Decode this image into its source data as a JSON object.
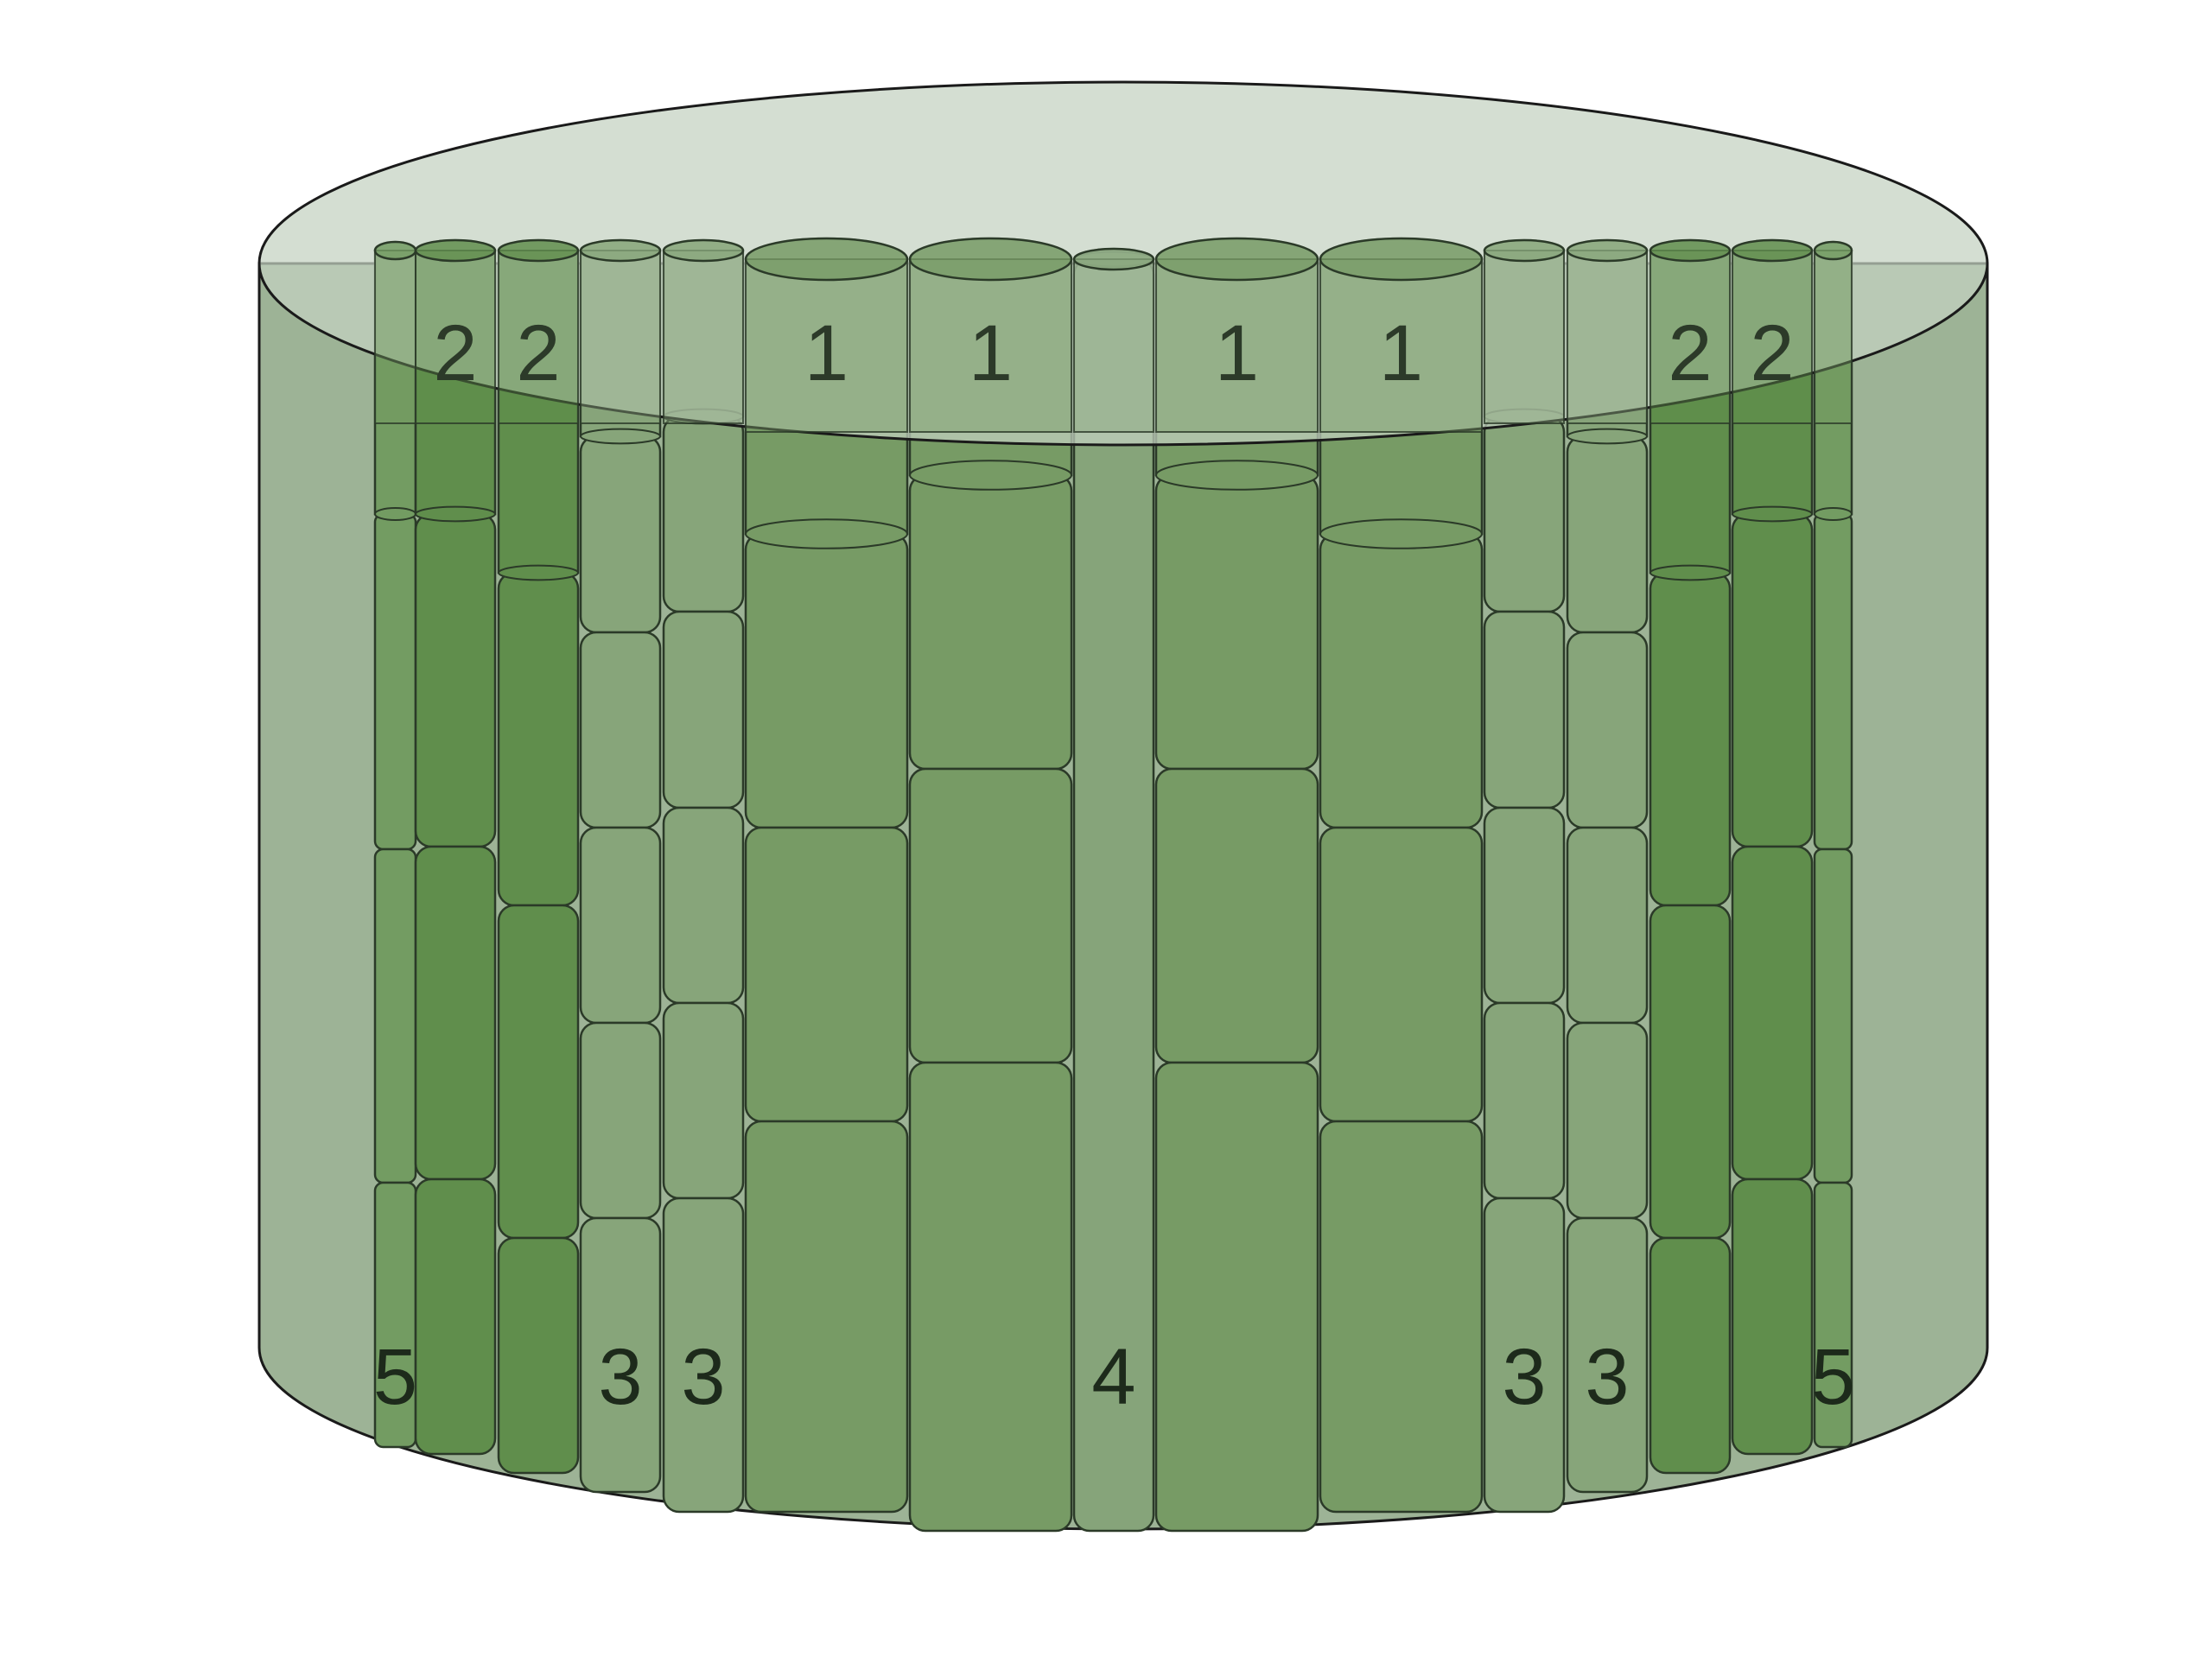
{
  "diagram": {
    "colors": {
      "outer_body": "#9db396",
      "outer_top": "#c4d1c0",
      "outline": "#1a1a1a",
      "cell_stroke": "#2b3a28",
      "label_text": "#2c3a29",
      "label_text_dark": "#1d2a1b",
      "type1_cell": "#779b65",
      "type2_cell": "#608e4c",
      "type3_cell": "#87a57a",
      "type4_cell": "#86a47a",
      "type5_cell": "#739c62"
    },
    "columns": [
      {
        "label": "5",
        "type": 5,
        "top_label": "",
        "bottom_label": "5"
      },
      {
        "label": "2",
        "type": 2,
        "top_label": "2",
        "bottom_label": ""
      },
      {
        "label": "2",
        "type": 2,
        "top_label": "2",
        "bottom_label": ""
      },
      {
        "label": "3",
        "type": 3,
        "top_label": "",
        "bottom_label": "3"
      },
      {
        "label": "3",
        "type": 3,
        "top_label": "",
        "bottom_label": "3"
      },
      {
        "label": "1",
        "type": 1,
        "top_label": "1",
        "bottom_label": ""
      },
      {
        "label": "1",
        "type": 1,
        "top_label": "1",
        "bottom_label": ""
      },
      {
        "label": "4",
        "type": 4,
        "top_label": "",
        "bottom_label": "4"
      },
      {
        "label": "1",
        "type": 1,
        "top_label": "1",
        "bottom_label": ""
      },
      {
        "label": "1",
        "type": 1,
        "top_label": "1",
        "bottom_label": ""
      },
      {
        "label": "3",
        "type": 3,
        "top_label": "",
        "bottom_label": "3"
      },
      {
        "label": "3",
        "type": 3,
        "top_label": "",
        "bottom_label": "3"
      },
      {
        "label": "2",
        "type": 2,
        "top_label": "2",
        "bottom_label": ""
      },
      {
        "label": "2",
        "type": 2,
        "top_label": "2",
        "bottom_label": ""
      },
      {
        "label": "5",
        "type": 5,
        "top_label": "",
        "bottom_label": "5"
      }
    ]
  }
}
